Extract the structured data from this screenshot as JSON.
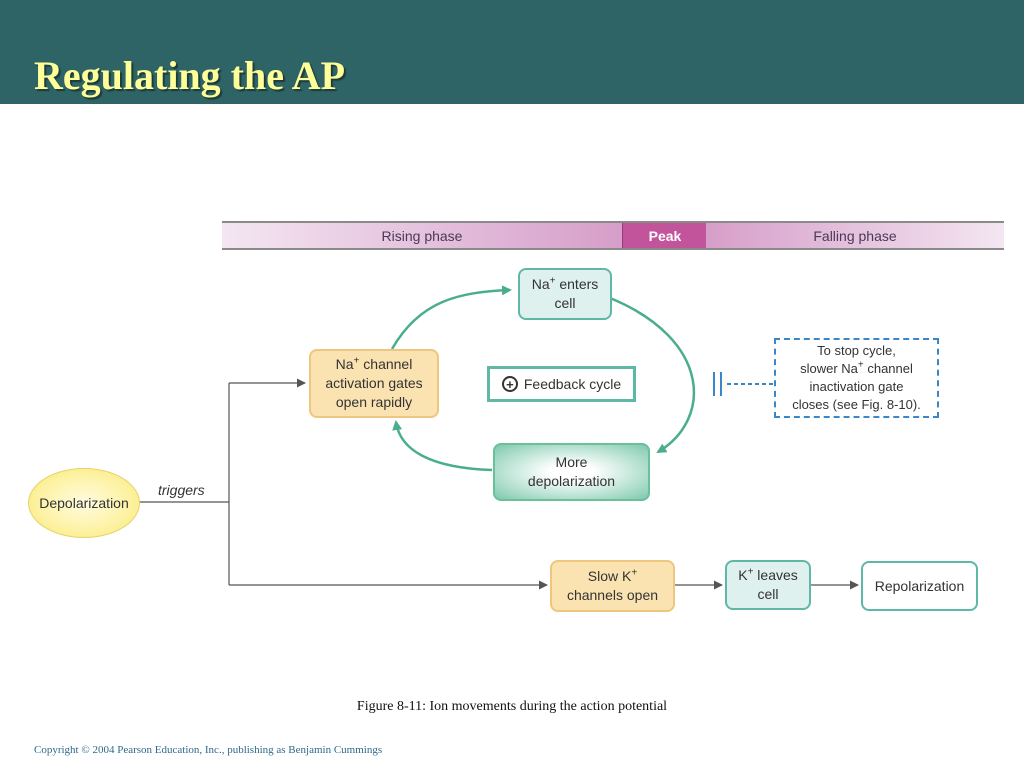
{
  "slide": {
    "title": "Regulating the AP",
    "caption": "Figure 8-11: Ion movements during the action potential",
    "copyright": "Copyright © 2004 Pearson Education, Inc., publishing as Benjamin Cummings"
  },
  "phases": {
    "rising": "Rising phase",
    "peak": "Peak",
    "falling": "Falling phase"
  },
  "nodes": {
    "depolarization": "Depolarization",
    "triggers": "triggers",
    "na_activation": {
      "l1a": "Na",
      "l1sup": "+",
      "l1b": " channel",
      "l2": "activation gates",
      "l3": "open rapidly"
    },
    "na_enters": {
      "l1a": "Na",
      "l1sup": "+",
      "l1b": " enters",
      "l2": "cell"
    },
    "feedback": "Feedback cycle",
    "more_depol": {
      "l1": "More",
      "l2": "depolarization"
    },
    "stop_cycle": {
      "l1": "To stop cycle,",
      "l2a": "slower Na",
      "l2sup": "+",
      "l2b": " channel",
      "l3": "inactivation gate",
      "l4": "closes (see Fig. 8-10)."
    },
    "slow_k": {
      "l1a": "Slow K",
      "l1sup": "+",
      "l2": "channels open"
    },
    "k_leaves": {
      "l1a": "K",
      "l1sup": "+",
      "l1b": " leaves",
      "l2": "cell"
    },
    "repolarization": "Repolarization"
  },
  "colors": {
    "header": "#2f6466",
    "title": "#ffff99",
    "peak": "#c2549c",
    "arrow_green": "#4aae8c",
    "arrow_gray": "#555555",
    "dashed_blue": "#3a86c8"
  }
}
